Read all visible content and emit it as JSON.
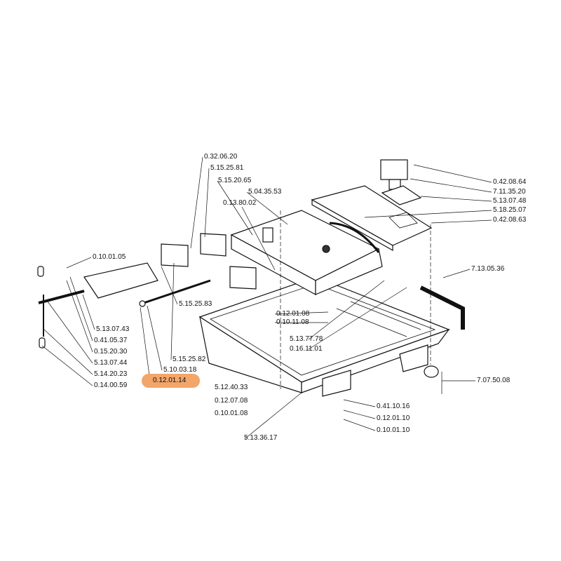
{
  "diagram": {
    "highlight_color": "#f2a66a",
    "highlighted_part": "0.12.01.14",
    "labels": [
      "0.32.06.20",
      "5.15.25.81",
      "5.15.20.65",
      "5.04.35.53",
      "0.13.80.02",
      "0.10.01.05",
      "5.15.25.83",
      "0.12.01.08",
      "0.10.11.08",
      "5.13.77.78",
      "0.16.11.01",
      "5.13.07.43",
      "0.41.05.37",
      "0.15.20.30",
      "5.13.07.44",
      "5.14.20.23",
      "0.14.00.59",
      "5.15.25.82",
      "5.10.03.18",
      "0.12.01.14",
      "5.12.40.33",
      "0.12.07.08",
      "0.10.01.08",
      "5.13.36.17",
      "0.41.10.16",
      "0.12.01.10",
      "0.10.01.10",
      "7.07.50.08",
      "7.13.05.36",
      "0.42.08.64",
      "7.11.35.20",
      "5.13.07.48",
      "5.18.25.07",
      "0.42.08.63"
    ]
  }
}
